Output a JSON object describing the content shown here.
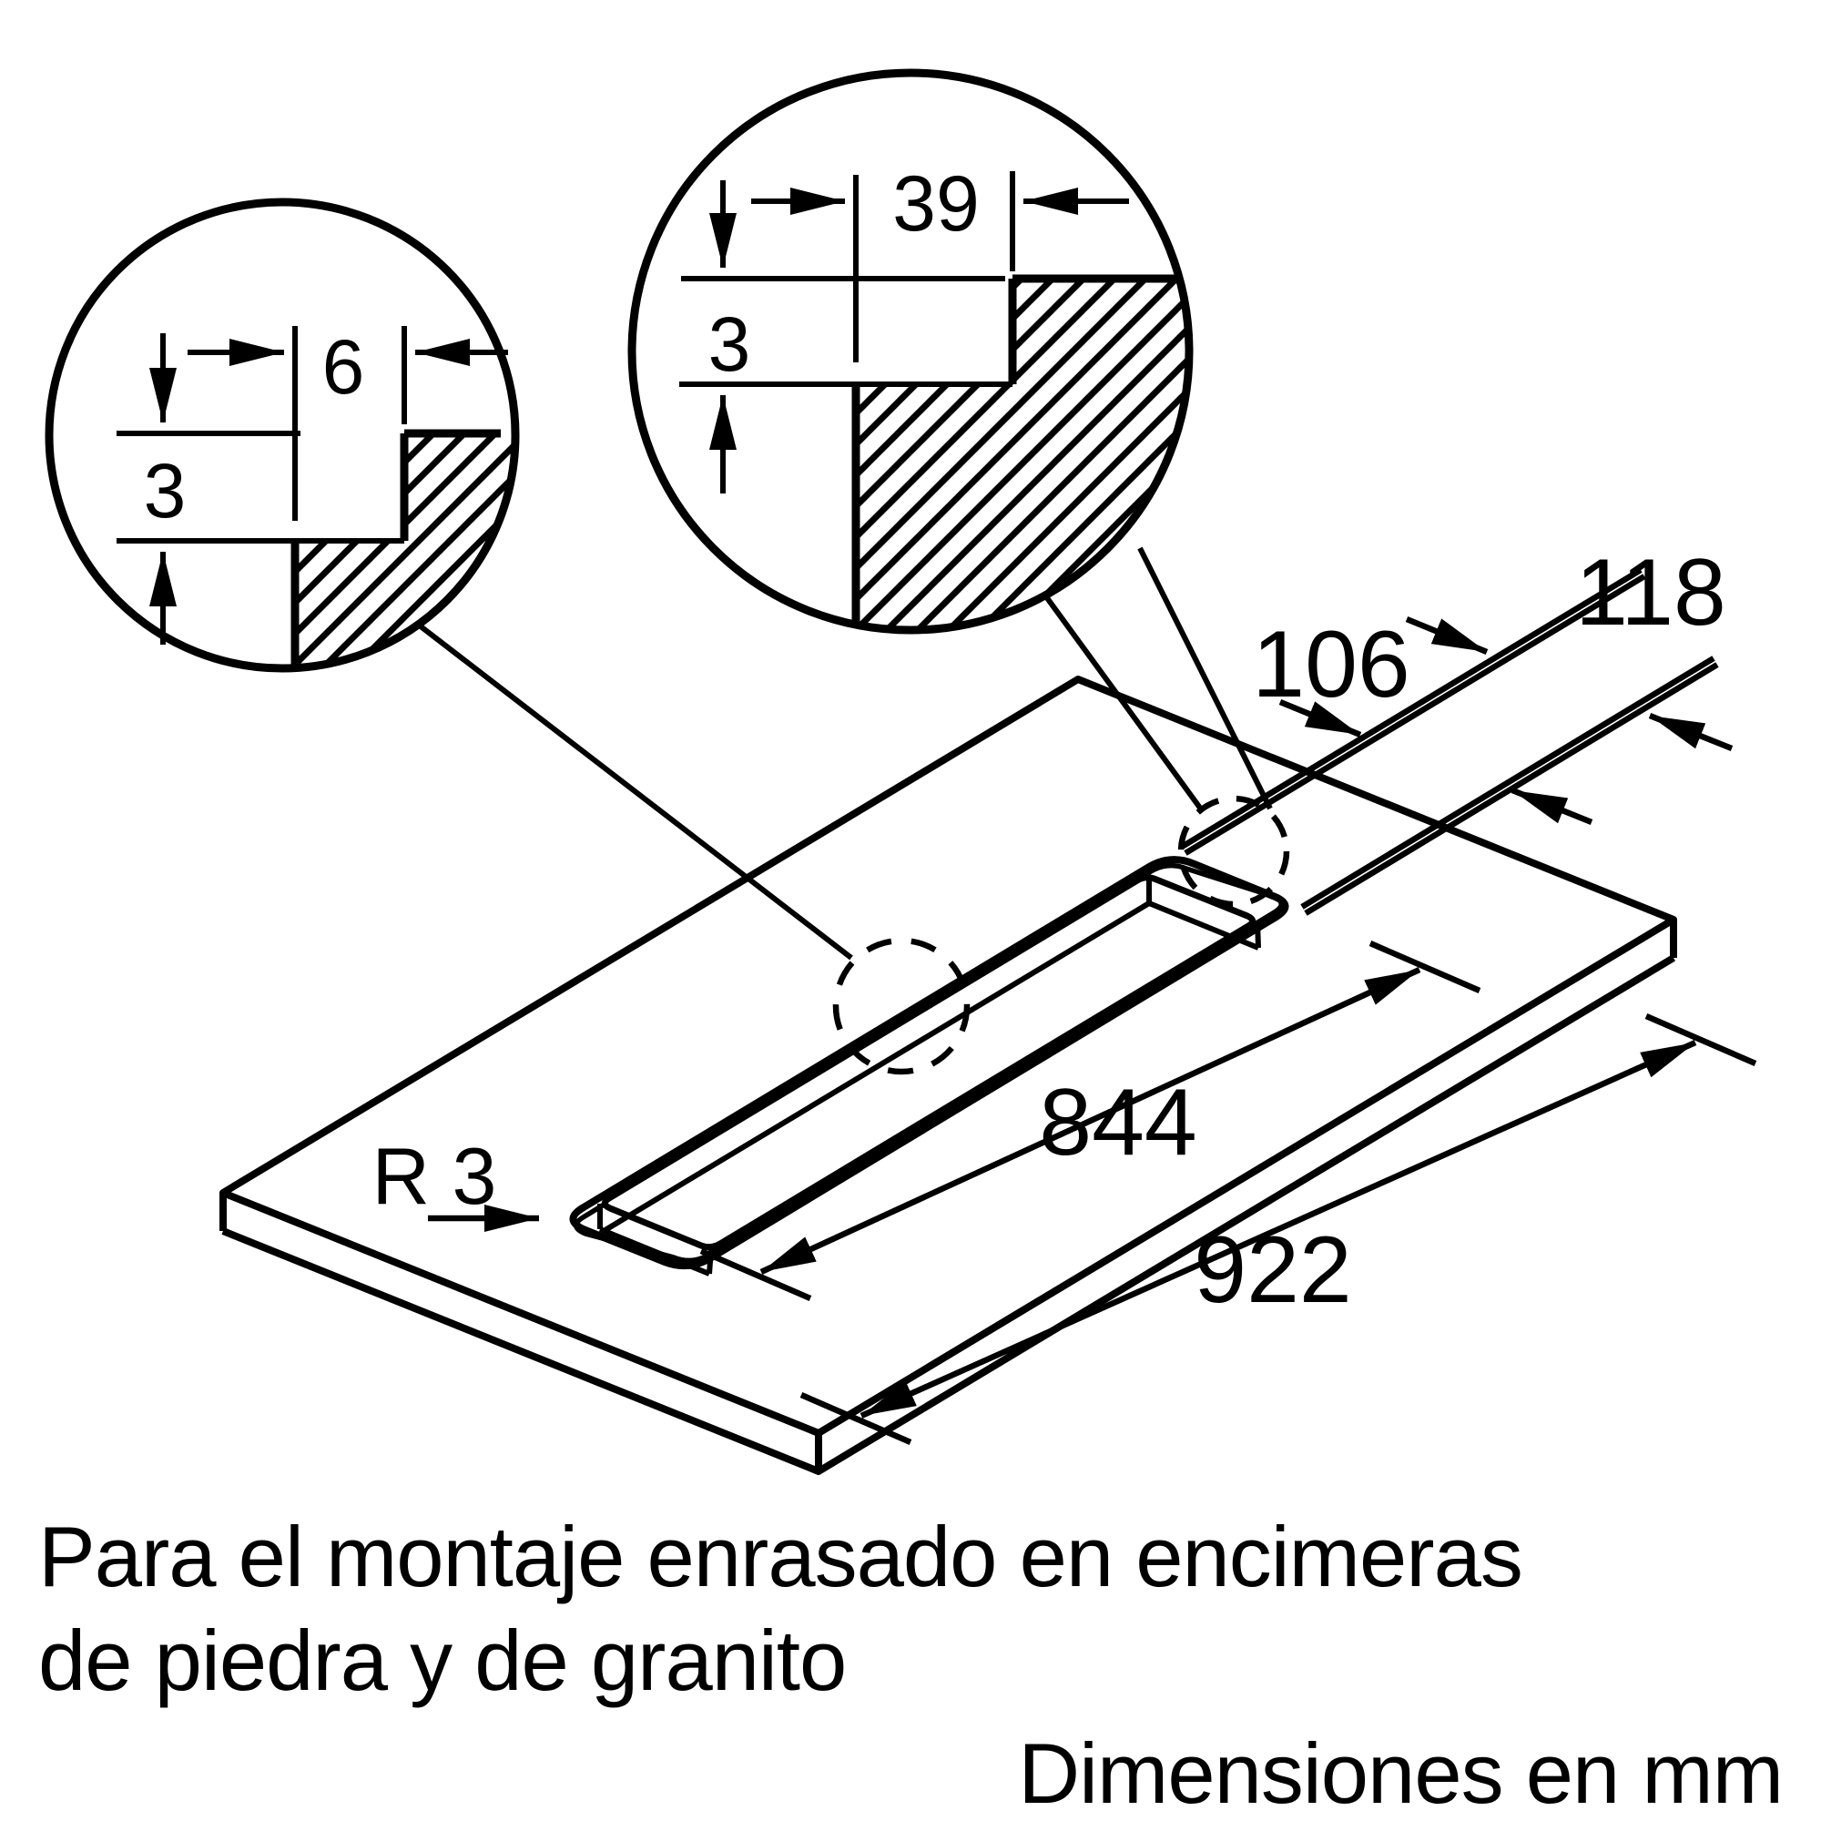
{
  "diagram": {
    "type": "technical-installation-drawing",
    "detail_left": {
      "width_label": "6",
      "depth_label": "3"
    },
    "detail_right": {
      "width_label": "39",
      "depth_label": "3"
    },
    "main_dimensions": {
      "inner_length": "844",
      "outer_length": "922",
      "inner_width": "106",
      "outer_width": "118",
      "corner_radius": "R 3"
    },
    "caption": {
      "line1": "Para el montaje enrasado en encimeras",
      "line2": "de piedra y de granito"
    },
    "footer": {
      "units_note": "Dimensiones en mm"
    },
    "colors": {
      "ink": "#000000",
      "paper": "#ffffff"
    }
  }
}
